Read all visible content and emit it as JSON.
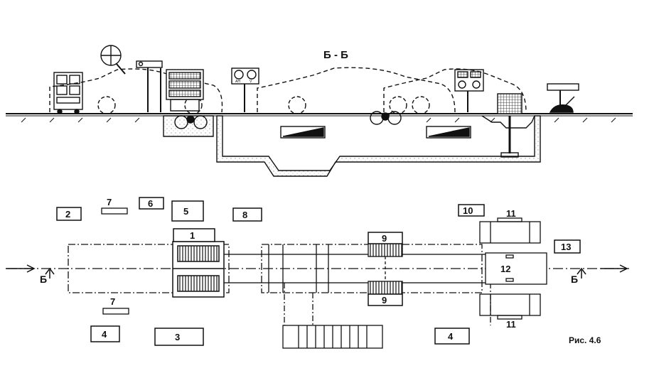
{
  "section_title": "Б - Б",
  "caption": "Рис. 4.6",
  "section_marks": [
    "Б",
    "Б"
  ],
  "gauge_letters": [
    "АН",
    "V"
  ],
  "labels": [
    "1",
    "2",
    "3",
    "4",
    "4",
    "5",
    "6",
    "7",
    "7",
    "8",
    "9",
    "9",
    "10",
    "11",
    "11",
    "12",
    "13"
  ],
  "colors": {
    "ink": "#111111",
    "paper": "#ffffff",
    "soil": "#c9c9c9"
  }
}
